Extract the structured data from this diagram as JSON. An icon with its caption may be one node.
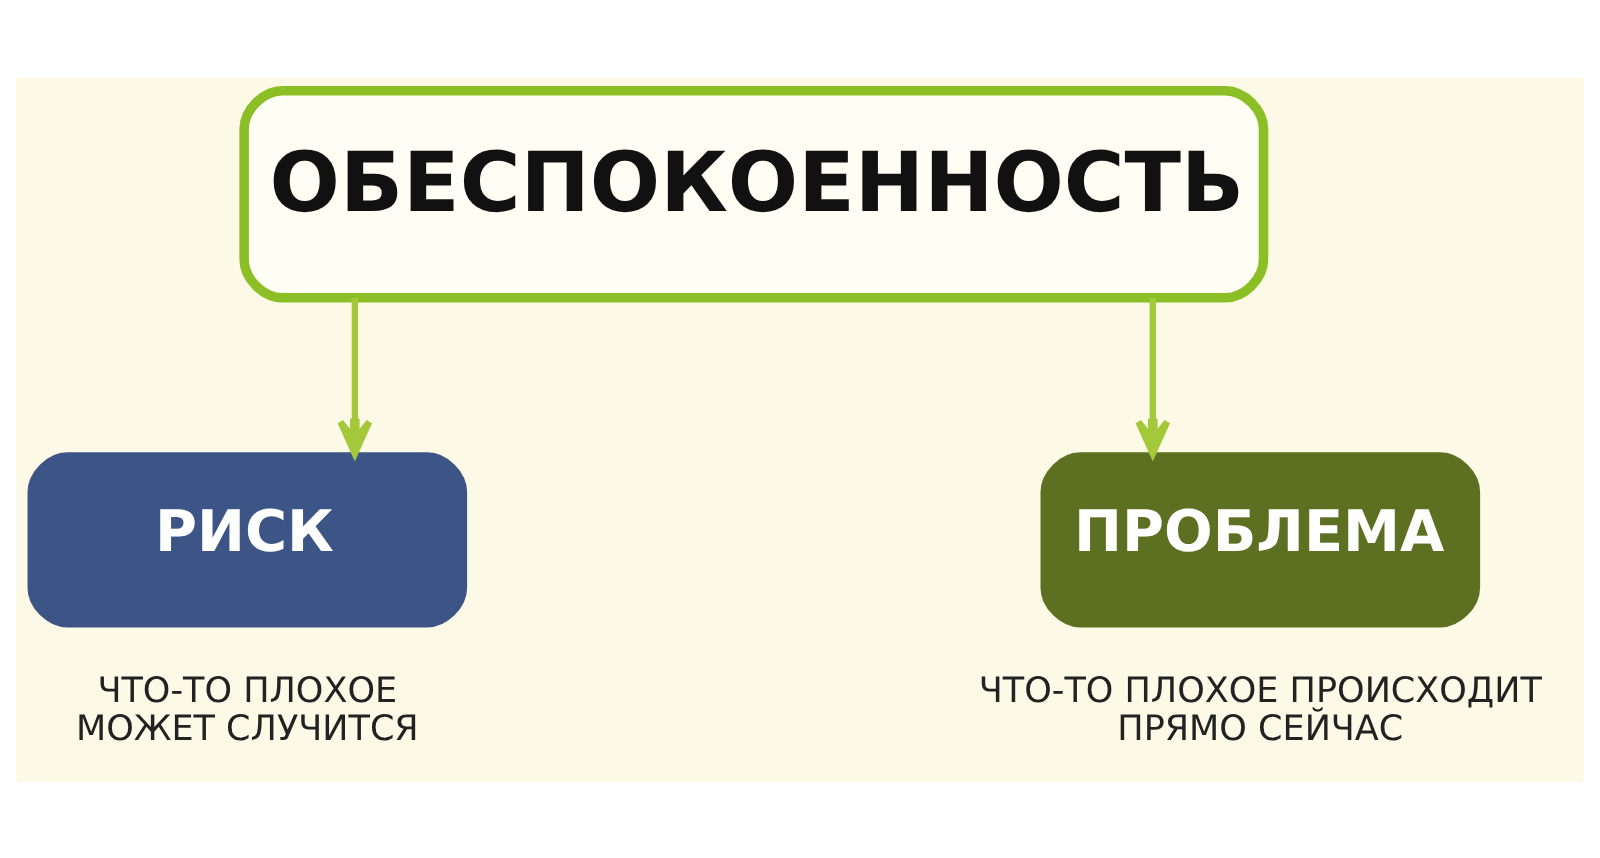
{
  "diagram": {
    "nodes": [
      {
        "text": [
          "ОБЕСПОКОЕННОСТЬ"
        ]
      },
      {
        "text": [
          "РИСК"
        ],
        "beside": [
          "ЧТО-ТО ПЛОХОЕ МОЖЕТ СЛУЧИТСЯ"
        ]
      },
      {
        "text": [
          "ПРОБЛЕМА"
        ],
        "beside": [
          "ЧТО-ТО ПЛОХОЕ ПРОИСХОДИТ ПРЯМО СЕЙЧАС"
        ]
      }
    ],
    "edges": [
      {
        "from": 0,
        "to": 1,
        "arrow": "to"
      },
      {
        "from": 0,
        "to": 2,
        "arrow": "to"
      }
    ]
  }
}
